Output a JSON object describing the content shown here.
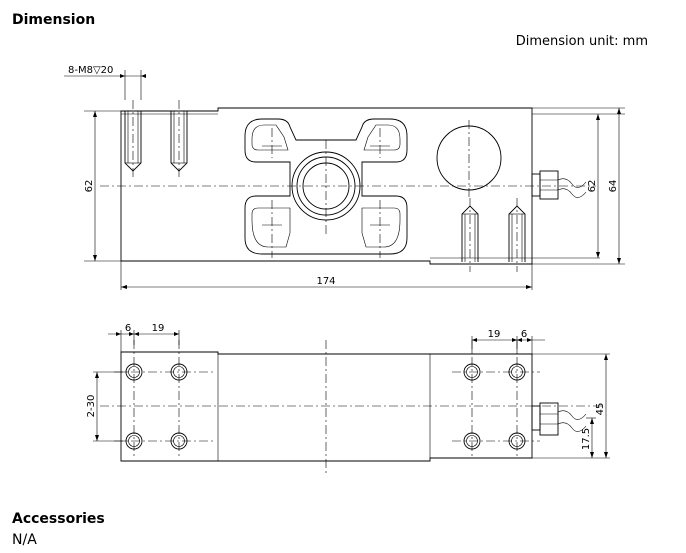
{
  "sections": {
    "dimension_title": "Dimension",
    "unit_note": "Dimension unit: mm",
    "accessories_title": "Accessories",
    "accessories_value": "N/A"
  },
  "drawing": {
    "front_view": {
      "thread_note": "8-M8▽20",
      "length": "174",
      "height_left": "62",
      "height_right_inner": "62",
      "height_right_outer": "64"
    },
    "top_view": {
      "left_edge_offset": "6",
      "left_hole_pitch": "19",
      "right_hole_pitch": "19",
      "right_edge_offset": "6",
      "hole_spacing": "2-30",
      "width": "45",
      "cable_offset": "17.5"
    }
  }
}
